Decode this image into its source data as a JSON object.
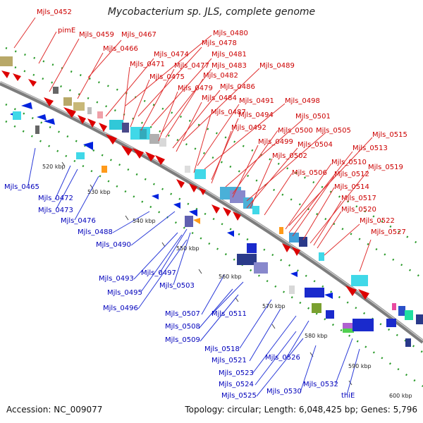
{
  "title": "Mycobacterium sp. JLS, complete genome",
  "footer": {
    "accession": "Accession: NC_009077",
    "topology": "Topology: circular; Length: 6,048,425 bp; Genes: 5,796"
  },
  "colors": {
    "forward_genes": "#dd0000",
    "reverse_genes": "#0022dd",
    "backbone": "#8a8a8a",
    "dotted_tracks": "#2a9a2a"
  },
  "ticks": [
    "520 kbp",
    "530 kbp",
    "540 kbp",
    "550 kbp",
    "560 kbp",
    "570 kbp",
    "580 kbp",
    "590 kbp",
    "600 kbp"
  ],
  "forward_labels": [
    "Mjls_0452",
    "pimE",
    "Mjls_0459",
    "Mjls_0467",
    "Mjls_0466",
    "Mjls_0480",
    "Mjls_0474",
    "Mjls_0478",
    "Mjls_0471",
    "Mjls_0481",
    "Mjls_0475",
    "Mjls_0477",
    "Mjls_0483",
    "Mjls_0489",
    "Mjls_0482",
    "Mjls_0479",
    "Mjls_0486",
    "Mjls_0484",
    "Mjls_0491",
    "Mjls_0498",
    "Mjls_0487",
    "Mjls_0494",
    "Mjls_0501",
    "Mjls_0492",
    "Mjls_0500",
    "Mjls_0505",
    "Mjls_0499",
    "Mjls_0504",
    "Mjls_0515",
    "Mjls_0502",
    "Mjls_0513",
    "Mjls_0510",
    "Mjls_0506",
    "Mjls_0512",
    "Mjls_0519",
    "Mjls_0514",
    "Mjls_0517",
    "Mjls_0520",
    "Mjls_0522",
    "Mjls_0527"
  ],
  "reverse_labels": [
    "Mjls_0465",
    "Mjls_0472",
    "Mjls_0473",
    "Mjls_0476",
    "Mjls_0488",
    "Mjls_0490",
    "Mjls_0493",
    "Mjls_0497",
    "Mjls_0495",
    "Mjls_0503",
    "Mjls_0496",
    "Mjls_0507",
    "Mjls_0511",
    "Mjls_0508",
    "Mjls_0509",
    "Mjls_0518",
    "Mjls_0521",
    "Mjls_0523",
    "Mjls_0526",
    "Mjls_0524",
    "Mjls_0525",
    "Mjls_0530",
    "Mjls_0532",
    "thiE"
  ]
}
